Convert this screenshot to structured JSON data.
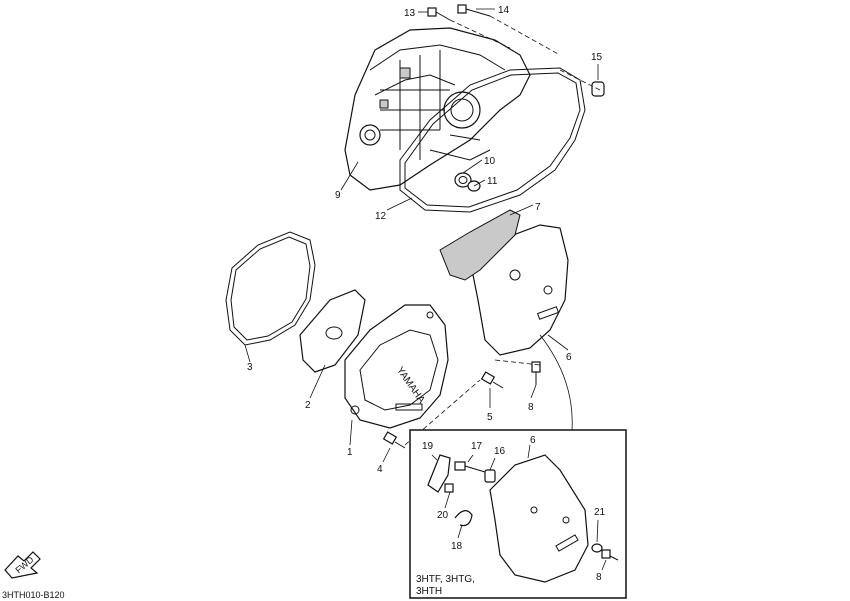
{
  "diagram": {
    "callouts": [
      "1",
      "2",
      "3",
      "4",
      "5",
      "6",
      "7",
      "8",
      "9",
      "10",
      "11",
      "12",
      "13",
      "14",
      "15"
    ],
    "inset_callouts": [
      "16",
      "17",
      "18",
      "19",
      "20",
      "21",
      "6",
      "8"
    ],
    "inset_models": "3HTF, 3HTG,",
    "inset_models_line2": "3HTH",
    "cover_brand": "YAMAHA",
    "fwd_label": "FWD",
    "drawing_code": "3HTH010-B120"
  }
}
